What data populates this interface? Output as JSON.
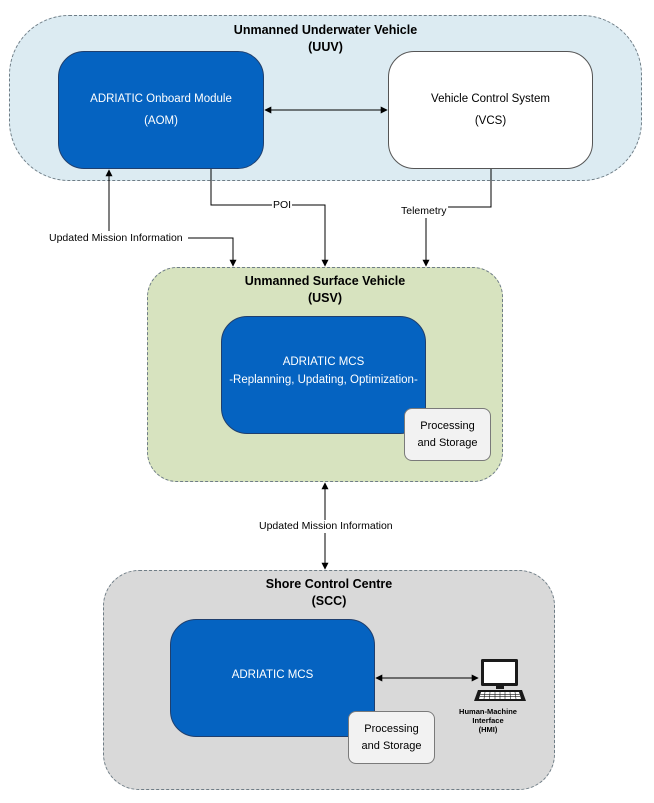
{
  "uuv": {
    "title": "Unmanned Underwater Vehicle",
    "abbr": "(UUV)",
    "fill": "#dcebf2",
    "aom": {
      "name": "ADRIATIC Onboard Module",
      "abbr": "(AOM)"
    },
    "vcs": {
      "name": "Vehicle Control System",
      "abbr": "(VCS)"
    }
  },
  "usv": {
    "title": "Unmanned Surface Vehicle",
    "abbr": "(USV)",
    "fill": "#d7e3bf",
    "mcs": {
      "name": "ADRIATIC MCS",
      "subtitle": "-Replanning, Updating, Optimization-"
    },
    "storage": {
      "line1": "Processing",
      "line2": "and Storage"
    }
  },
  "scc": {
    "title": "Shore Control Centre",
    "abbr": "(SCC)",
    "fill": "#d9d9d9",
    "mcs": {
      "name": "ADRIATIC MCS"
    },
    "storage": {
      "line1": "Processing",
      "line2": "and Storage"
    },
    "hmi": {
      "line1": "Human-Machine",
      "line2": "Interface",
      "line3": "(HMI)"
    }
  },
  "flows": {
    "poi": "POI",
    "telemetry": "Telemetry",
    "updated_mission_upper": "Updated Mission Information",
    "updated_mission_lower": "Updated Mission Information"
  },
  "colors": {
    "module_blue": "#0563c1",
    "module_border": "#1f3f6e"
  }
}
